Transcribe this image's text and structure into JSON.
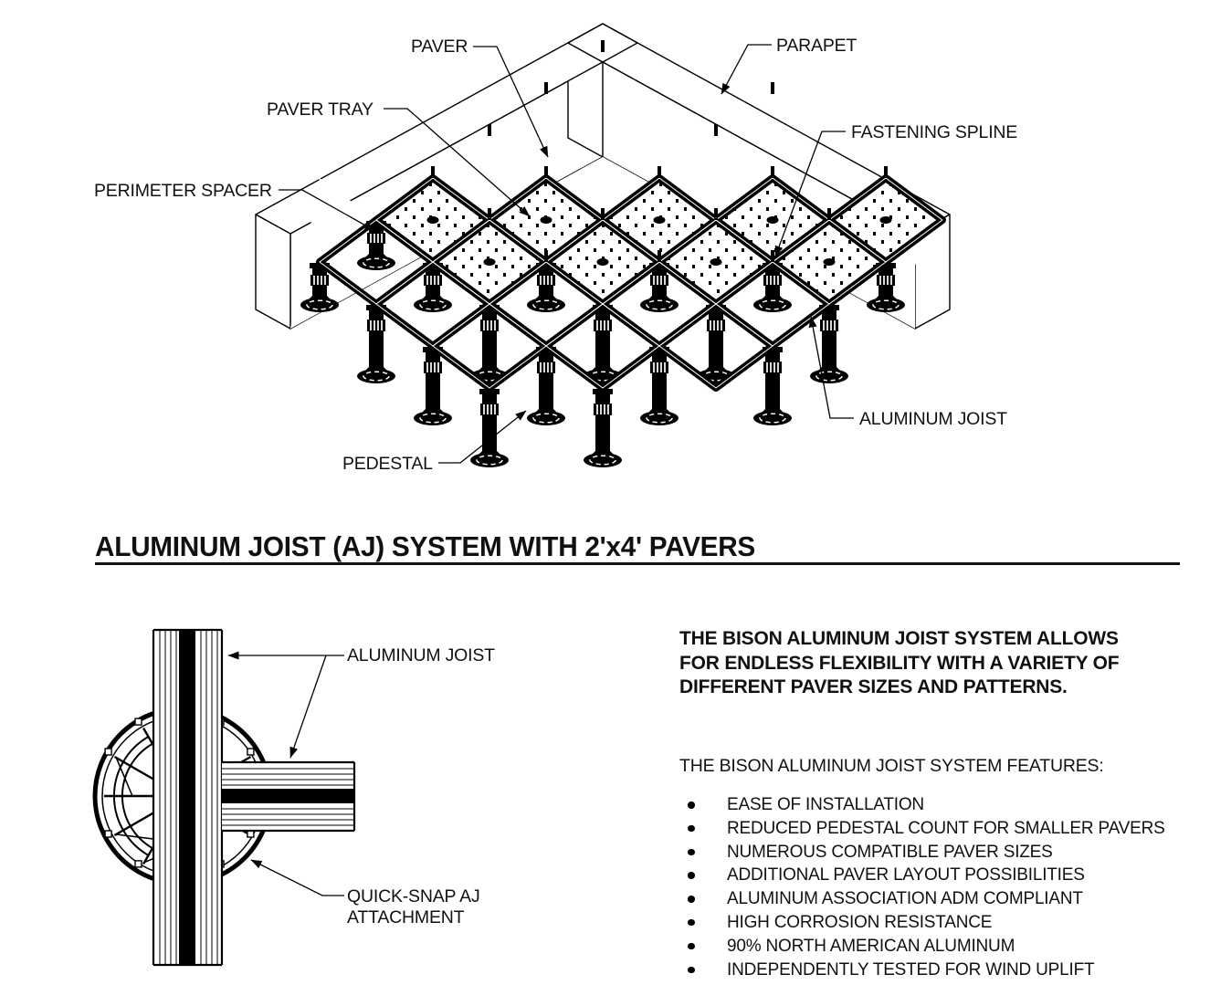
{
  "colors": {
    "ink": "#000000",
    "text": "#111111",
    "background": "#ffffff"
  },
  "top_diagram": {
    "labels": {
      "paver": "PAVER",
      "paver_tray": "PAVER TRAY",
      "perimeter_spacer": "PERIMETER SPACER",
      "parapet": "PARAPET",
      "fastening_spline": "FASTENING SPLINE",
      "aluminum_joist": "ALUMINUM JOIST",
      "pedestal": "PEDESTAL"
    }
  },
  "section_title": "ALUMINUM JOIST (AJ) SYSTEM WITH 2'x4' PAVERS",
  "detail_diagram": {
    "labels": {
      "aluminum_joist": "ALUMINUM JOIST",
      "quick_snap_line1": "QUICK-SNAP AJ",
      "quick_snap_line2": "ATTACHMENT"
    }
  },
  "description": {
    "intro_lines": [
      "THE BISON ALUMINUM JOIST SYSTEM ALLOWS",
      "FOR ENDLESS FLEXIBILITY WITH A VARIETY OF",
      "DIFFERENT PAVER SIZES AND PATTERNS."
    ],
    "features_heading": "THE BISON ALUMINUM JOIST SYSTEM FEATURES:",
    "features": [
      "EASE OF INSTALLATION",
      "REDUCED PEDESTAL COUNT FOR SMALLER PAVERS",
      "NUMEROUS COMPATIBLE PAVER SIZES",
      "ADDITIONAL PAVER LAYOUT POSSIBILITIES",
      "ALUMINUM ASSOCIATION ADM COMPLIANT",
      "HIGH CORROSION RESISTANCE",
      "90% NORTH AMERICAN ALUMINUM",
      "INDEPENDENTLY TESTED FOR WIND UPLIFT"
    ]
  }
}
